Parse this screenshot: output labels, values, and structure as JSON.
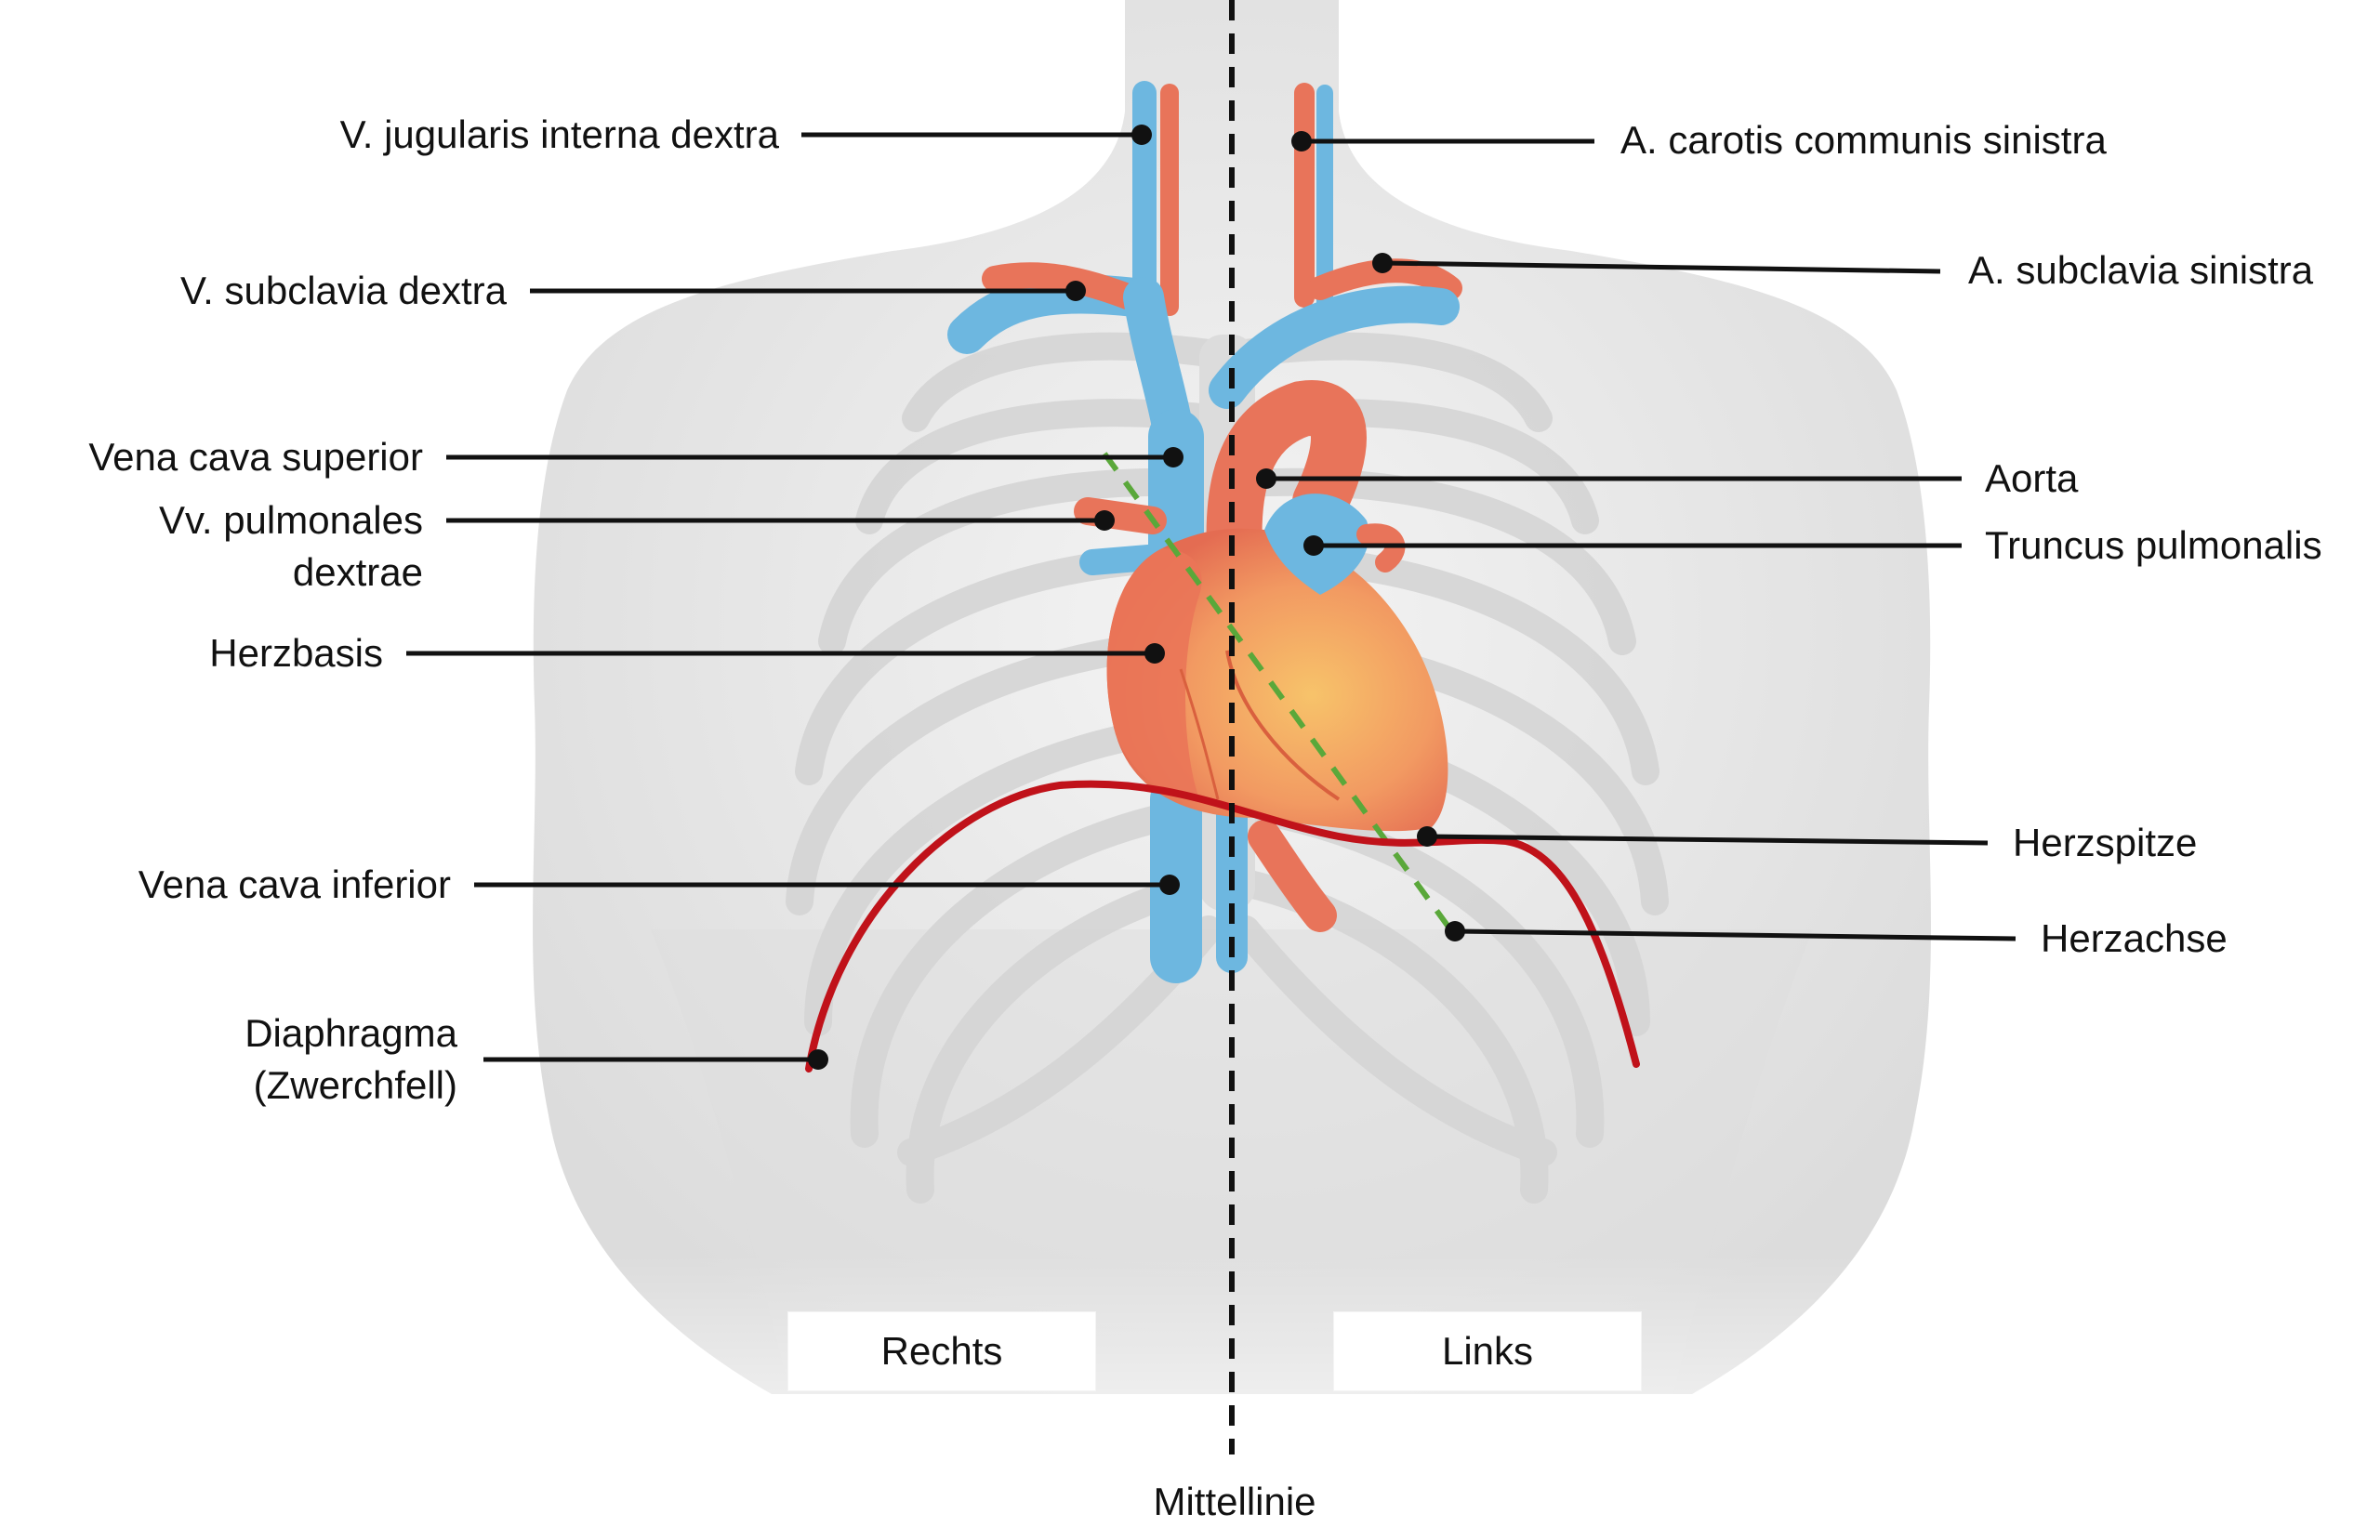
{
  "labels_left": {
    "jugularis": "V. jugularis interna dextra",
    "subclavia_dextra": "V. subclavia dextra",
    "vena_cava_superior": "Vena cava superior",
    "pulmonales_1": "Vv. pulmonales",
    "pulmonales_2": "dextrae",
    "herzbasis": "Herzbasis",
    "vena_cava_inferior": "Vena cava inferior",
    "diaphragma_1": "Diaphragma",
    "diaphragma_2": "(Zwerchfell)"
  },
  "labels_right": {
    "carotis": "A. carotis communis sinistra",
    "subclavia_sinistra": "A. subclavia sinistra",
    "aorta": "Aorta",
    "truncus": "Truncus pulmonalis",
    "herzspitze": "Herzspitze",
    "herzachse": "Herzachse"
  },
  "sides": {
    "right_side": "Rechts",
    "left_side": "Links"
  },
  "midline": "Mittellinie",
  "colors": {
    "artery": "#e8745a",
    "vein": "#6db7e0",
    "heart": "#f08a60",
    "diaphragm": "#c0121a",
    "axis": "#5aa83a",
    "body": "#e9e9e9",
    "ribs": "#d9d9d9"
  }
}
